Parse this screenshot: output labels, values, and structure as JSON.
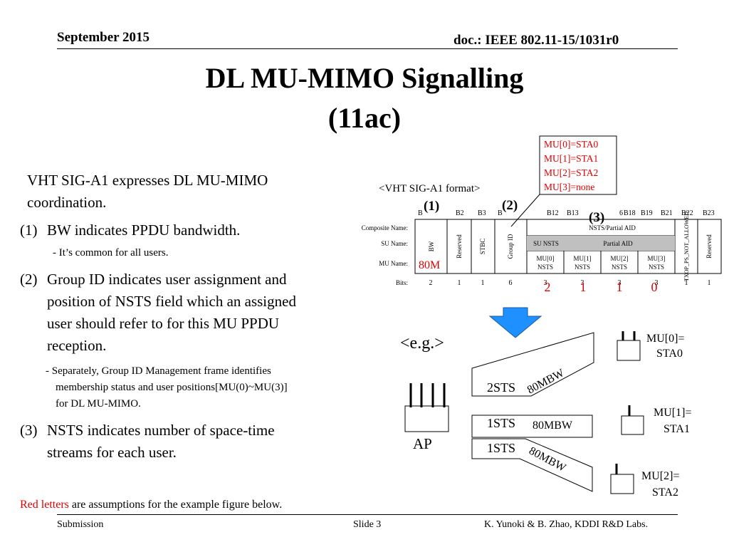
{
  "header": {
    "date": "September 2015",
    "doc": "doc.: IEEE 802.11-15/1031r0"
  },
  "title": {
    "line1": "DL MU-MIMO Signalling",
    "line2": "(11ac)"
  },
  "body": {
    "intro1": "VHT SIG-A1 expresses DL MU-MIMO",
    "intro2": "coordination.",
    "p1_num": "(1)",
    "p1": "BW indicates PPDU bandwidth.",
    "p1_sub": "- It’s common for all users.",
    "p2_num": "(2)",
    "p2_l1": "Group ID indicates user assignment and",
    "p2_l2": "position of NSTS field which an assigned",
    "p2_l3": "user should refer to for this MU PPDU",
    "p2_l4": "reception.",
    "p2_sub1": "- Separately, Group ID Management frame identifies",
    "p2_sub2": "membership status and user positions[MU(0)~MU(3)]",
    "p2_sub3": "for DL MU-MIMO.",
    "p3_num": "(3)",
    "p3_l1": "NSTS indicates number of space-time",
    "p3_l2": "streams for each user.",
    "note_red": "Red letters",
    "note_rest": " are assumptions for the example figure below."
  },
  "mu_box": [
    "MU[0]=STA0",
    "MU[1]=STA1",
    "MU[2]=STA2",
    "MU[3]=none"
  ],
  "format": {
    "label": "<VHT SIG-A1 format>",
    "markers": [
      "(1)",
      "(2)",
      "(3)"
    ],
    "bit_labels": [
      "B",
      "B2",
      "B3",
      "B",
      "B12",
      "B13",
      "6",
      "B18",
      "B19",
      "B21",
      "B22",
      "B23"
    ],
    "row_labels": [
      "Composite Name:",
      "SU Name:",
      "MU Name:",
      "Bits:"
    ],
    "fields": [
      "BW",
      "Reserved",
      "STBC",
      "Group ID",
      "TXOP_PS_NOT_ALLOWED",
      "Reserved"
    ],
    "nsts_composite": "NSTS/Partial AID",
    "su_nsts": "SU NSTS",
    "partial_aid": "Partial AID",
    "mu_nsts": [
      [
        "MU[0]",
        "NSTS"
      ],
      [
        "MU[1]",
        "NSTS"
      ],
      [
        "MU[2]",
        "NSTS"
      ],
      [
        "MU[3]",
        "NSTS"
      ]
    ],
    "bits": [
      "2",
      "1",
      "1",
      "6",
      "3",
      "3",
      "3",
      "3",
      "1",
      "1"
    ],
    "red_bw": "80M",
    "red_nsts": [
      "2",
      "1",
      "1",
      "0"
    ]
  },
  "example": {
    "label": "<e.g.>",
    "ap": "AP",
    "streams": [
      "2STS",
      "1STS",
      "1STS"
    ],
    "bw": [
      "80MBW",
      "80MBW",
      "80MBW"
    ],
    "stations": [
      [
        "MU[0]=",
        "STA0"
      ],
      [
        "MU[1]=",
        "STA1"
      ],
      [
        "MU[2]=",
        "STA2"
      ]
    ]
  },
  "footer": {
    "left": "Submission",
    "center": "Slide 3",
    "right": "K. Yunoki & B. Zhao, KDDI R&D Labs."
  },
  "colors": {
    "red": "#e00000",
    "arrow": "#1e90ff",
    "nsts_fill": "#c0c0c0"
  }
}
